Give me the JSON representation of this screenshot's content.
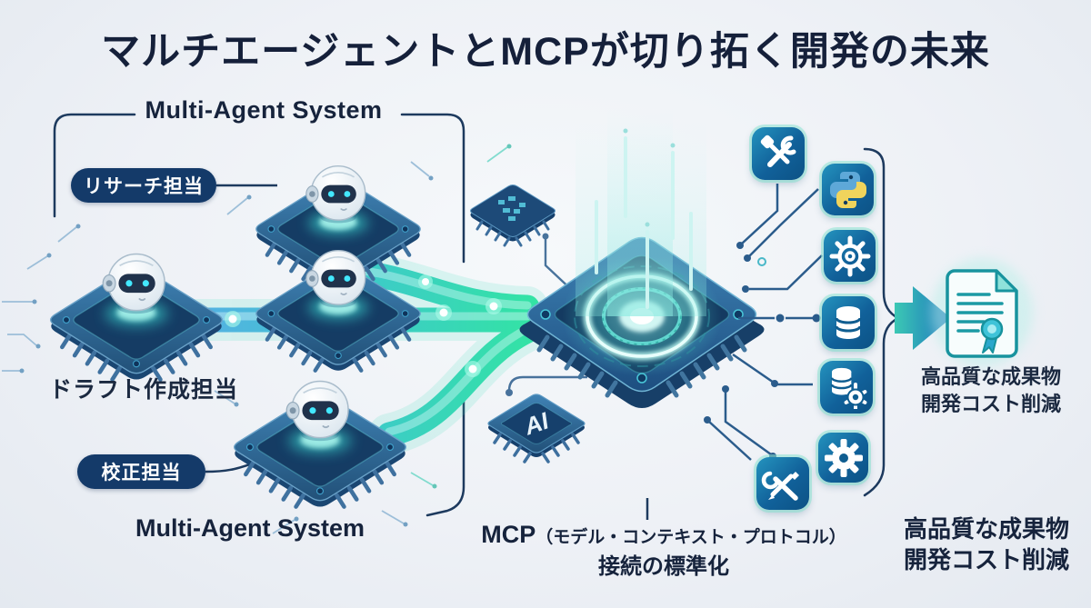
{
  "title": "マルチエージェントとMCPが切り拓く開発の未来",
  "multi_agent_system": {
    "bracket_label": "Multi-Agent System",
    "agents": [
      {
        "id": "research",
        "label": "リサーチ担当"
      },
      {
        "id": "draft",
        "label": "ドラフト作成担当"
      },
      {
        "id": "proofread",
        "label": "校正担当"
      }
    ]
  },
  "mcp": {
    "ai_chip_label": "AI"
  },
  "tool_icons": [
    {
      "name": "wrench-screwdriver"
    },
    {
      "name": "python"
    },
    {
      "name": "gear-outline"
    },
    {
      "name": "database"
    },
    {
      "name": "database-gear"
    },
    {
      "name": "gear"
    },
    {
      "name": "wrench-pencil"
    }
  ],
  "outcome": {
    "line1": "高品質な成果物",
    "line2": "開発コスト削減"
  },
  "bottom_captions": {
    "left": "Multi-Agent System",
    "center_title": "MCP",
    "center_paren": "（モデル・コンテキスト・プロトコル）",
    "center_sub": "接続の標準化",
    "right_line1": "高品質な成果物",
    "right_line2": "開発コスト削減"
  },
  "colors": {
    "background": "#eef1f6",
    "title_navy": "#15203a",
    "pill_navy": "#143a69",
    "bracket_navy": "#1d3a5e",
    "pipe_blue": "#58aae6",
    "pipe_teal": "#3ae6a6",
    "chip_blue": "#2e6da4",
    "glow_teal": "#40e8d8",
    "icon_tile_top": "#2493be",
    "icon_tile_bottom": "#0c5285",
    "circuit_trace": "#2b5c8c",
    "arrow_start": "#3cc8b4",
    "arrow_end": "#1b72be",
    "python_yellow": "#f0d45c",
    "document_teal": "#18939e"
  }
}
